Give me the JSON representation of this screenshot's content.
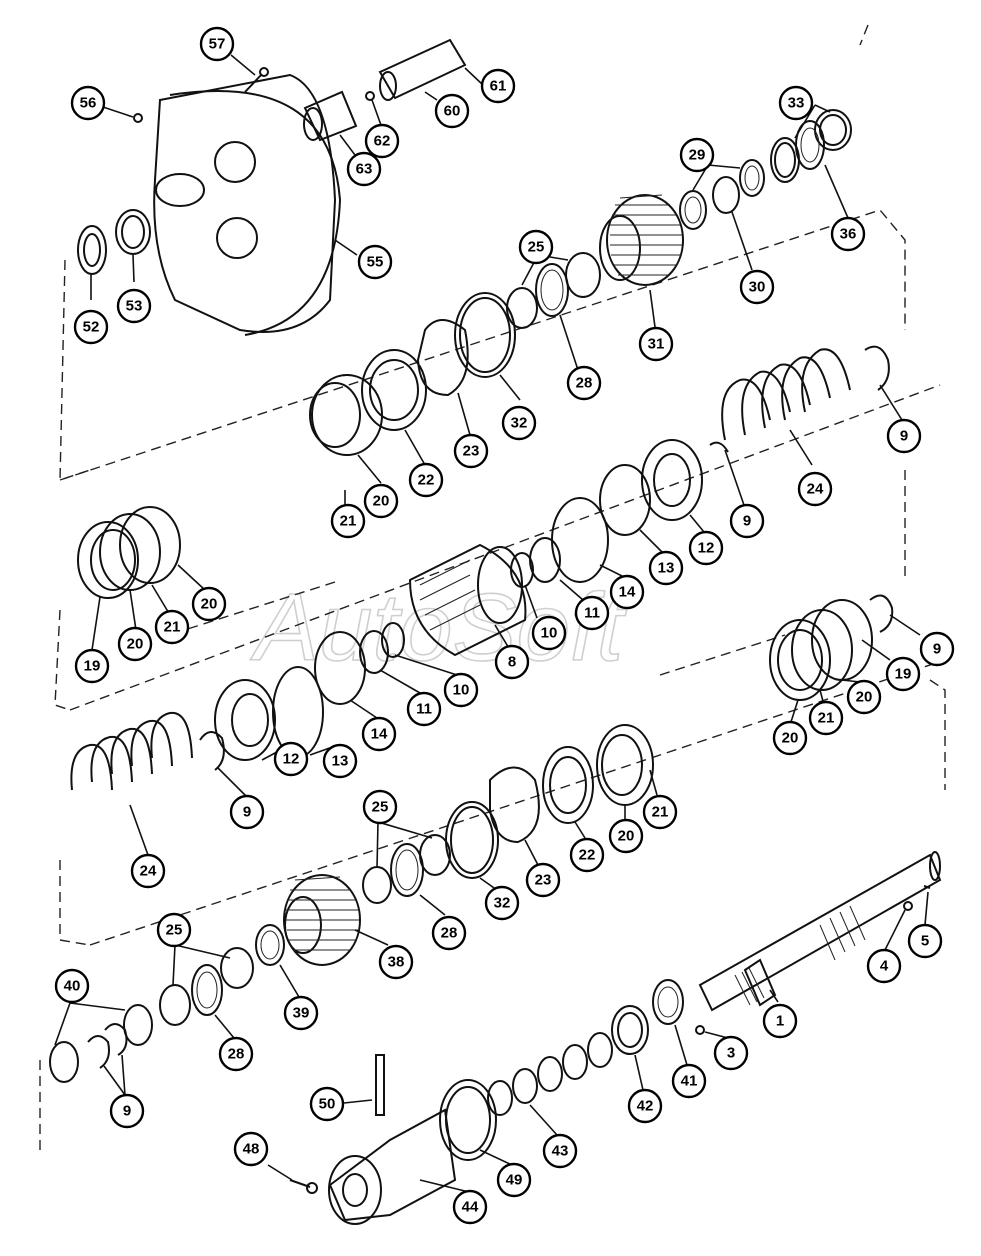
{
  "watermark": "AutoSoft",
  "callouts": [
    {
      "id": "57",
      "label": "57"
    },
    {
      "id": "56",
      "label": "56"
    },
    {
      "id": "61",
      "label": "61"
    },
    {
      "id": "60",
      "label": "60"
    },
    {
      "id": "62",
      "label": "62"
    },
    {
      "id": "63",
      "label": "63"
    },
    {
      "id": "33",
      "label": "33"
    },
    {
      "id": "29",
      "label": "29"
    },
    {
      "id": "36",
      "label": "36"
    },
    {
      "id": "30",
      "label": "30"
    },
    {
      "id": "55",
      "label": "55"
    },
    {
      "id": "52",
      "label": "52"
    },
    {
      "id": "53",
      "label": "53"
    },
    {
      "id": "25a",
      "label": "25"
    },
    {
      "id": "31",
      "label": "31"
    },
    {
      "id": "28a",
      "label": "28"
    },
    {
      "id": "32a",
      "label": "32"
    },
    {
      "id": "23a",
      "label": "23"
    },
    {
      "id": "22a",
      "label": "22"
    },
    {
      "id": "20a",
      "label": "20"
    },
    {
      "id": "21a",
      "label": "21"
    },
    {
      "id": "9a",
      "label": "9"
    },
    {
      "id": "24a",
      "label": "24"
    },
    {
      "id": "9b",
      "label": "9"
    },
    {
      "id": "12a",
      "label": "12"
    },
    {
      "id": "13a",
      "label": "13"
    },
    {
      "id": "14a",
      "label": "14"
    },
    {
      "id": "11a",
      "label": "11"
    },
    {
      "id": "10a",
      "label": "10"
    },
    {
      "id": "8",
      "label": "8"
    },
    {
      "id": "19a",
      "label": "19"
    },
    {
      "id": "20b",
      "label": "20"
    },
    {
      "id": "21b",
      "label": "21"
    },
    {
      "id": "20c",
      "label": "20"
    },
    {
      "id": "9c",
      "label": "9"
    },
    {
      "id": "19b",
      "label": "19"
    },
    {
      "id": "20d",
      "label": "20"
    },
    {
      "id": "21c",
      "label": "21"
    },
    {
      "id": "20e",
      "label": "20"
    },
    {
      "id": "10b",
      "label": "10"
    },
    {
      "id": "11b",
      "label": "11"
    },
    {
      "id": "14b",
      "label": "14"
    },
    {
      "id": "13b",
      "label": "13"
    },
    {
      "id": "12b",
      "label": "12"
    },
    {
      "id": "9d",
      "label": "9"
    },
    {
      "id": "24b",
      "label": "24"
    },
    {
      "id": "25b",
      "label": "25"
    },
    {
      "id": "28b",
      "label": "28"
    },
    {
      "id": "32b",
      "label": "32"
    },
    {
      "id": "23b",
      "label": "23"
    },
    {
      "id": "22b",
      "label": "22"
    },
    {
      "id": "20f",
      "label": "20"
    },
    {
      "id": "21d",
      "label": "21"
    },
    {
      "id": "38",
      "label": "38"
    },
    {
      "id": "25c",
      "label": "25"
    },
    {
      "id": "39",
      "label": "39"
    },
    {
      "id": "28c",
      "label": "28"
    },
    {
      "id": "40",
      "label": "40"
    },
    {
      "id": "9e",
      "label": "9"
    },
    {
      "id": "4",
      "label": "4"
    },
    {
      "id": "5",
      "label": "5"
    },
    {
      "id": "1",
      "label": "1"
    },
    {
      "id": "3",
      "label": "3"
    },
    {
      "id": "41",
      "label": "41"
    },
    {
      "id": "42",
      "label": "42"
    },
    {
      "id": "43",
      "label": "43"
    },
    {
      "id": "49",
      "label": "49"
    },
    {
      "id": "50",
      "label": "50"
    },
    {
      "id": "48",
      "label": "48"
    },
    {
      "id": "44",
      "label": "44"
    }
  ]
}
